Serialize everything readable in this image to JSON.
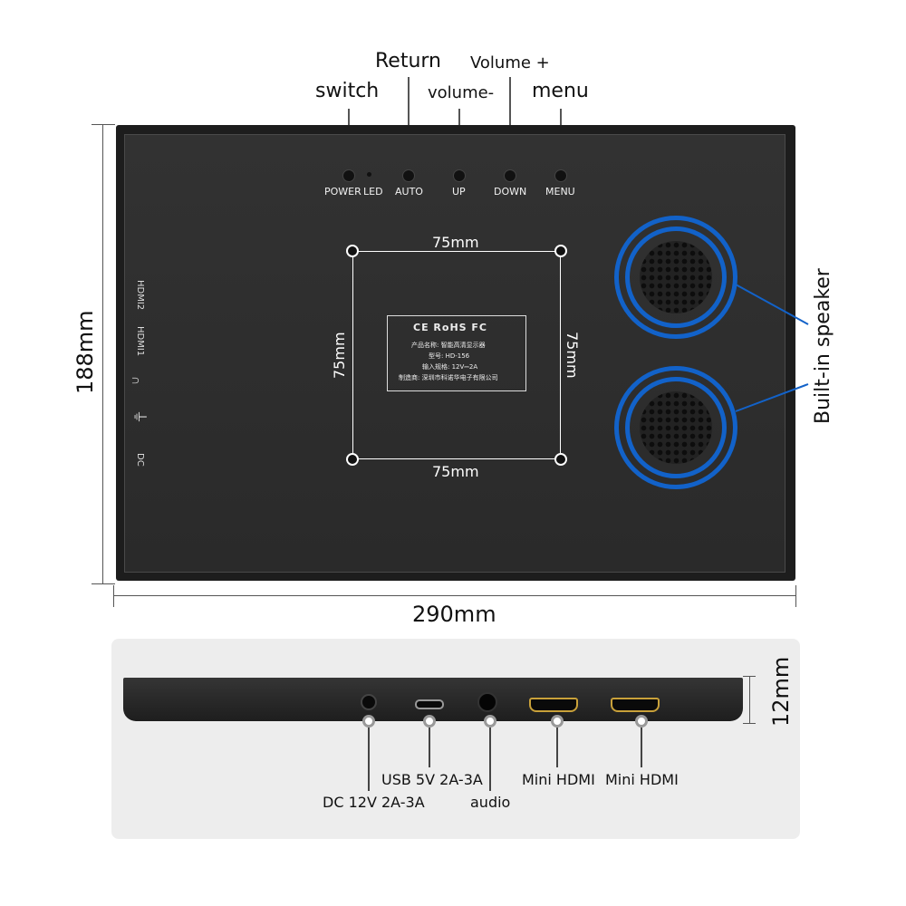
{
  "top_labels": {
    "switch": "switch",
    "return": "Return",
    "volume_minus": "volume-",
    "volume_plus": "Volume +",
    "menu": "menu"
  },
  "buttons": {
    "power": "POWER",
    "led": "LED",
    "auto": "AUTO",
    "up": "UP",
    "down": "DOWN",
    "menu": "MENU"
  },
  "dimensions": {
    "height": "188mm",
    "width": "290mm",
    "thickness": "12mm",
    "vesa_top": "75mm",
    "vesa_bottom": "75mm",
    "vesa_left": "75mm",
    "vesa_right": "75mm"
  },
  "speaker_label": "Built-in speaker",
  "side_ports": {
    "hdmi2": "HDMI2",
    "hdmi1": "HDMI1",
    "dc": "DC"
  },
  "sticker": {
    "marks": "CE  RoHS  FC",
    "line1": "产品名称: 智能高清显示器",
    "line2": "型号: HD-156",
    "line3": "输入规格: 12V⎓2A",
    "line4": "制造商: 深圳市科诺华电子有限公司"
  },
  "ports": {
    "dc": "DC 12V 2A-3A",
    "usb": "USB 5V 2A-3A",
    "audio": "audio",
    "hdmi_a": "Mini HDMI",
    "hdmi_b": "Mini HDMI"
  },
  "colors": {
    "accent": "#1262c9",
    "panel": "#2b2b2b"
  }
}
